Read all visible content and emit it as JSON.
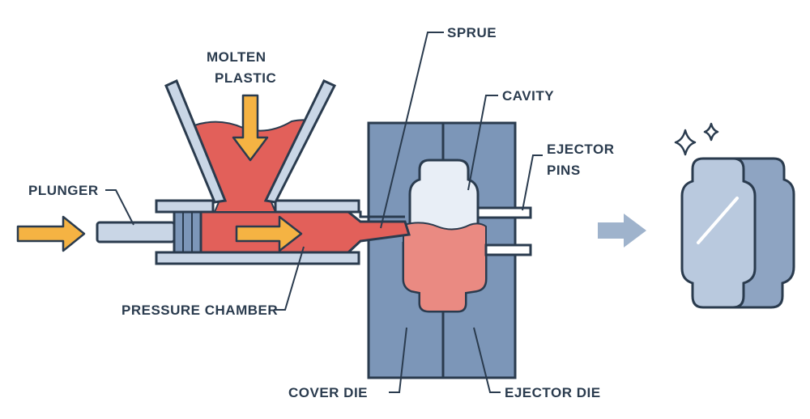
{
  "labels": {
    "molten_plastic_line1": "MOLTEN",
    "molten_plastic_line2": "PLASTIC",
    "sprue": "SPRUE",
    "cavity": "CAVITY",
    "ejector_pins_line1": "EJECTOR",
    "ejector_pins_line2": "PINS",
    "plunger": "PLUNGER",
    "pressure_chamber": "PRESSURE CHAMBER",
    "cover_die": "COVER DIE",
    "ejector_die": "EJECTOR DIE"
  },
  "colors": {
    "outline": "#2a3b4e",
    "molten": "#e2605a",
    "molten_light": "#ea8a82",
    "die": "#7c96b8",
    "die_light": "#a5b8d2",
    "metal": "#c9d6e6",
    "arrow_orange": "#f5b343",
    "arrow_blue": "#9fb3cc",
    "part": "#b9c9de"
  },
  "icons": [
    "input-arrow-icon",
    "flow-arrow-icon",
    "molten-down-arrow-icon",
    "output-arrow-icon",
    "sparkle-icon"
  ]
}
